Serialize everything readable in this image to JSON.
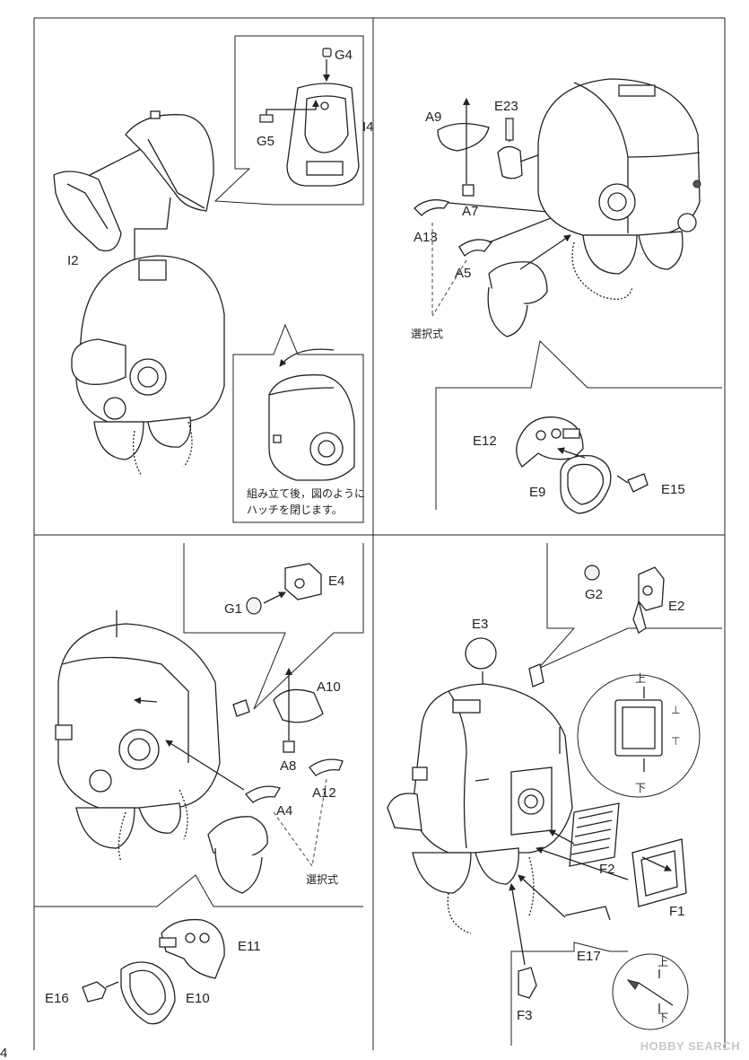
{
  "labels": {
    "G4": "G4",
    "G5": "G5",
    "I4": "I4",
    "I2": "I2",
    "A9": "A9",
    "E23": "E23",
    "A7": "A7",
    "A13": "A13",
    "A5": "A5",
    "E12": "E12",
    "E9": "E9",
    "E15": "E15",
    "E4": "E4",
    "G1": "G1",
    "A10": "A10",
    "A8": "A8",
    "A12": "A12",
    "A4": "A4",
    "E11": "E11",
    "E16": "E16",
    "E10": "E10",
    "G2": "G2",
    "E2": "E2",
    "E3": "E3",
    "F2": "F2",
    "F1": "F1",
    "E17": "E17",
    "F3": "F3"
  },
  "notes": {
    "selectable_1": "選択式",
    "selectable_2": "選択式",
    "hatch_line1": "組み立て後，図のように",
    "hatch_line2": "ハッチを閉じます。",
    "up_1": "上",
    "down_1": "下",
    "up_2": "上",
    "down_2": "下"
  },
  "page_number": "4",
  "watermark": "HOBBY SEARCH"
}
